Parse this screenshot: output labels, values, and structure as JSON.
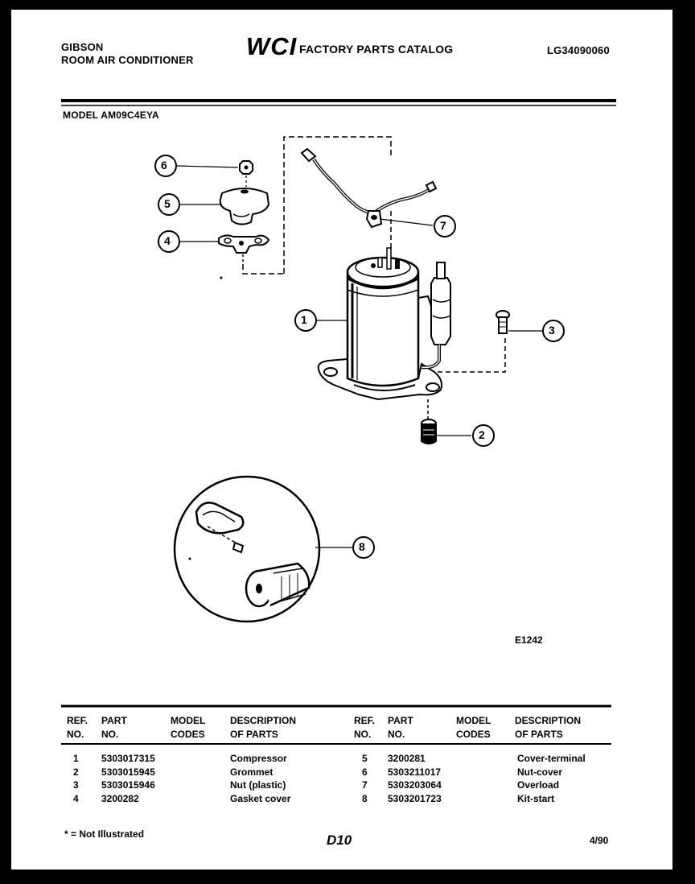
{
  "header": {
    "brand": "GIBSON",
    "product": "ROOM AIR CONDITIONER",
    "logo_text": "WCI",
    "catalog_title": "FACTORY PARTS CATALOG",
    "catalog_code": "LG34090060",
    "model_line": "MODEL AM09C4EYA"
  },
  "diagram": {
    "callouts": [
      "1",
      "2",
      "3",
      "4",
      "5",
      "6",
      "7",
      "8"
    ],
    "figure_code": "E1242"
  },
  "table": {
    "headers": {
      "ref_no": [
        "REF.",
        "NO."
      ],
      "part_no": [
        "PART",
        "NO."
      ],
      "model_codes": [
        "MODEL",
        "CODES"
      ],
      "description": [
        "DESCRIPTION",
        "OF PARTS"
      ]
    },
    "left_rows": [
      {
        "ref": "1",
        "part": "5303017315",
        "codes": "",
        "desc": "Compressor"
      },
      {
        "ref": "2",
        "part": "5303015945",
        "codes": "",
        "desc": "Grommet"
      },
      {
        "ref": "3",
        "part": "5303015946",
        "codes": "",
        "desc": "Nut (plastic)"
      },
      {
        "ref": "4",
        "part": "3200282",
        "codes": "",
        "desc": "Gasket cover"
      }
    ],
    "right_rows": [
      {
        "ref": "5",
        "part": "3200281",
        "codes": "",
        "desc": "Cover-terminal"
      },
      {
        "ref": "6",
        "part": "5303211017",
        "codes": "",
        "desc": "Nut-cover"
      },
      {
        "ref": "7",
        "part": "5303203064",
        "codes": "",
        "desc": "Overload"
      },
      {
        "ref": "8",
        "part": "5303201723",
        "codes": "",
        "desc": "Kit-start"
      }
    ]
  },
  "footer": {
    "note": "* = Not Illustrated",
    "page_code": "D10",
    "date": "4/90"
  }
}
